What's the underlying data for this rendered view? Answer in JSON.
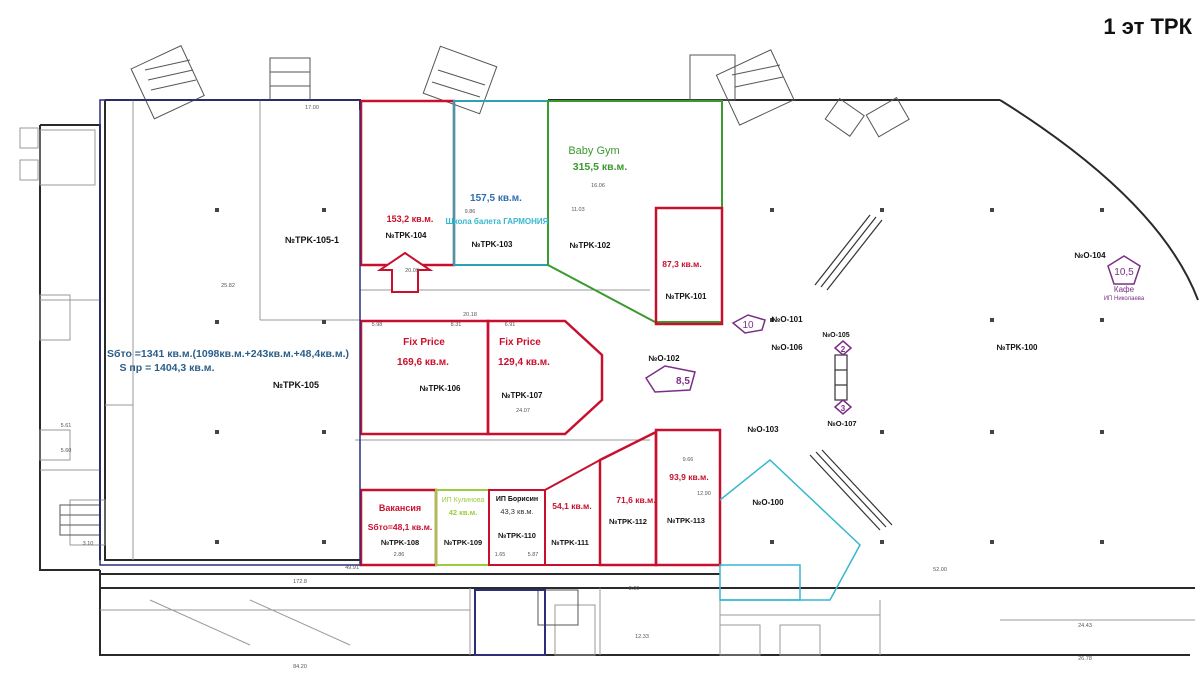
{
  "title": "1 эт ТРК",
  "colors": {
    "wall": "#2a2a2a",
    "thin": "#9a9a9a",
    "pink": "#e38b8b",
    "red": "#c8102e",
    "navy": "#2b2f7a",
    "green": "#3a9a2e",
    "teal": "#2aa3b8",
    "purple": "#7a2f86",
    "lime": "#9ccc3c",
    "blue": "#2f6fb0",
    "cyan": "#35b7cf"
  },
  "rooms": {
    "trk105_1": "№TPK-105-1",
    "trk105": "№TPK-105",
    "trk104": "№TPK-104",
    "trk104_area": "153,2 кв.м.",
    "trk103": "№TPK-103",
    "trk103_area": "157,5 кв.м.",
    "trk103_tenant": "Школа балета ГАРМОНИЯ",
    "trk102": "№TPK-102",
    "trk102_tenant": "Baby Gym",
    "trk102_area": "315,5 кв.м.",
    "trk101": "№TPK-101",
    "trk101_area": "87,3 кв.м.",
    "trk100": "№TPK-100",
    "trk106": "№TPK-106",
    "trk106_tenant": "Fix Price",
    "trk106_area": "169,6 кв.м.",
    "trk107": "№TPK-107",
    "trk107_tenant": "Fix Price",
    "trk107_area": "129,4 кв.м.",
    "trk108": "№TPK-108",
    "trk108_status": "Вакансия",
    "trk108_area": "Sбто=48,1 кв.м.",
    "trk109": "№TPK-109",
    "trk109_tenant": "ИП Кулинова",
    "trk109_area": "42 кв.м.",
    "trk110": "№TPK-110",
    "trk110_tenant": "ИП Борисин",
    "trk110_area": "43,3 кв.м.",
    "trk111": "№TPK-111",
    "trk111_area": "54,1 кв.м.",
    "trk112": "№TPK-112",
    "trk112_area": "71,6 кв.м.",
    "trk113": "№TPK-113",
    "trk113_area": "93,9 кв.м.",
    "o104": "№O-104",
    "o101": "№O-101",
    "o105": "№O-105",
    "o106": "№O-106",
    "o102": "№O-102",
    "o103": "№O-103",
    "o107": "№O-107",
    "o100": "№O-100",
    "cafe_area": "10,5",
    "cafe_name": "Кафе",
    "cafe_owner": "ИП Николаева",
    "badge_10": "10",
    "badge_8_5": "8,5",
    "badge_2": "2",
    "badge_3": "3"
  },
  "summary": {
    "line1": "Sбто =1341 кв.м.(1098кв.м.+243кв.м.+48,4кв.м.)",
    "line2": "S пр  = 1404,3 кв.м."
  },
  "dims": {
    "d17_00": "17.00",
    "d25_82": "25.82",
    "d20_09": "20.09",
    "d20_18": "20.18",
    "d5_98": "5.98",
    "d8_31": "8.31",
    "d6_91": "6.91",
    "d16_06": "16.06",
    "d11_03": "11.03",
    "d9_86": "9.86",
    "d24_07": "24.07",
    "d9_66": "9.66",
    "d12_90": "12.90",
    "d172_8": "172.8",
    "d49_91": "49.91",
    "d84_20": "84.20",
    "d52_00": "52.00",
    "d24_43": "24.43",
    "d12_33": "12.33",
    "d8_00": "8.00",
    "d26_78": "26.78",
    "d2_86": "2.86",
    "d1_65": "1.65",
    "d5_87": "5.87",
    "d3_10": "3.10",
    "d5_61": "5.61",
    "d5_60": "5.60"
  }
}
